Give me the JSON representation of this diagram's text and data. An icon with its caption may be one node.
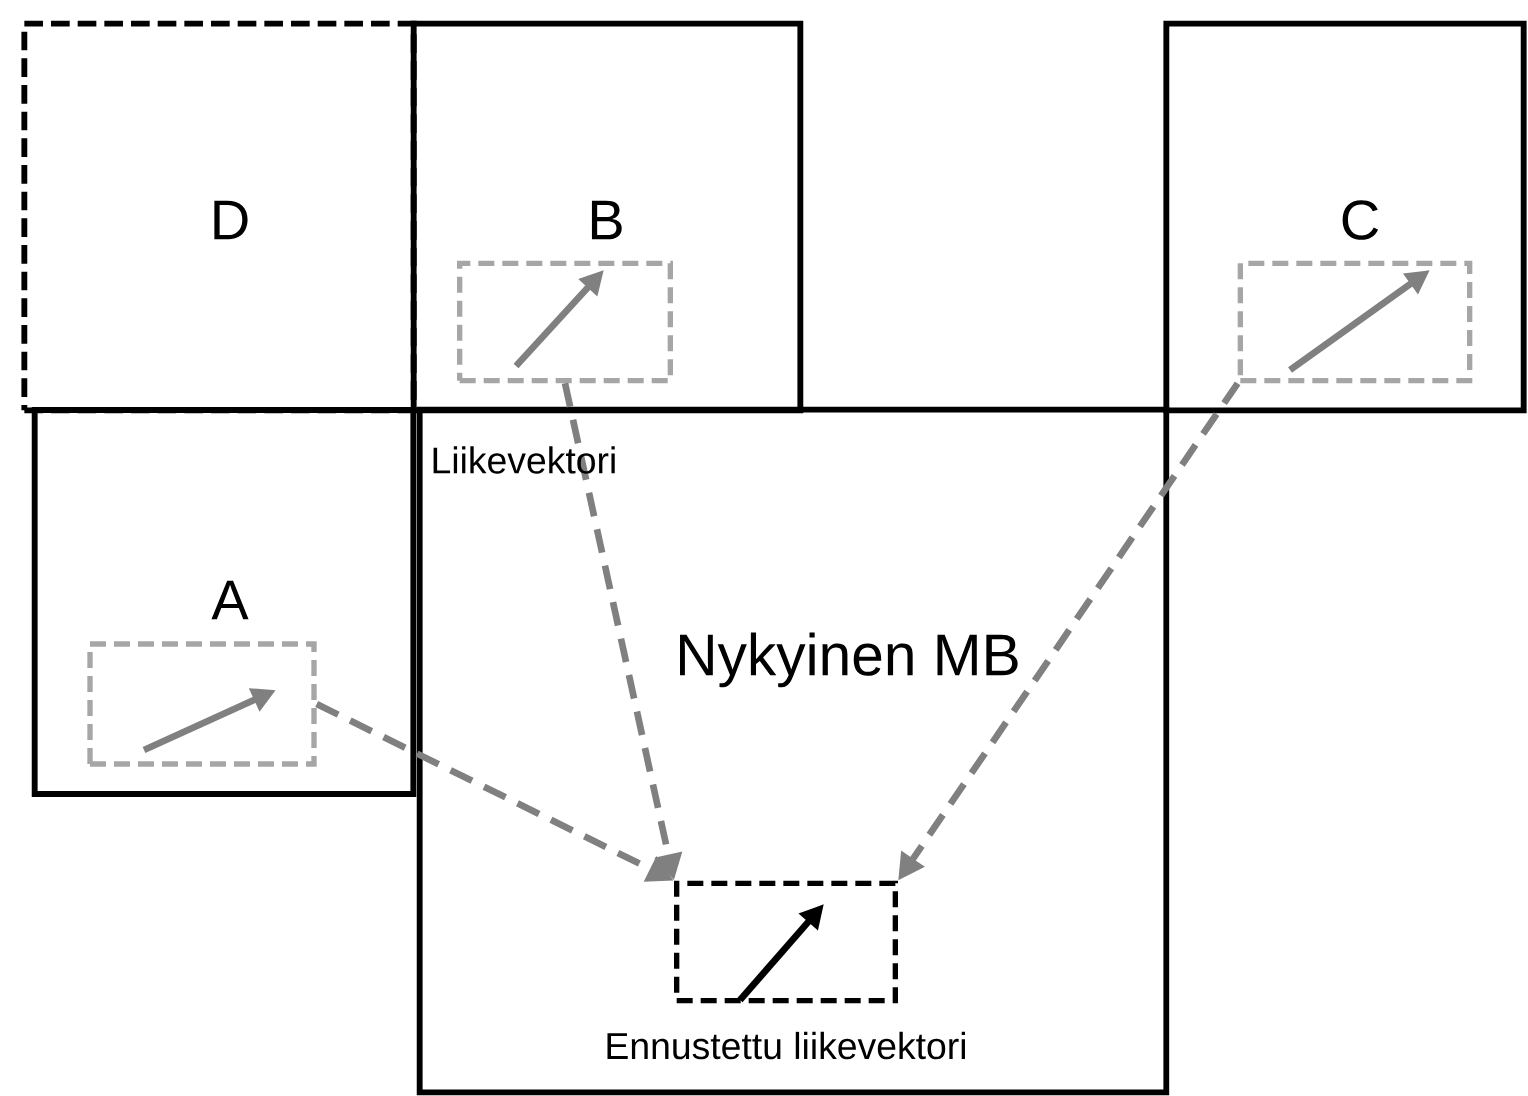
{
  "diagram": {
    "nodes": [
      {
        "text": [
          "D"
        ]
      },
      {
        "text": [
          "B"
        ]
      },
      {
        "text": [
          "C"
        ]
      },
      {
        "text": [
          "A"
        ]
      },
      {
        "text": [
          "Nykyinen MB"
        ]
      },
      {
        "text": [],
        "shape": "box",
        "in": 1
      },
      {
        "text": [],
        "shape": "box",
        "in": 2
      },
      {
        "text": [],
        "shape": "box",
        "in": 3
      },
      {
        "text": [],
        "shape": "box",
        "in": 4,
        "beside": [
          "Ennustettu liikevektori"
        ]
      }
    ],
    "edges": [
      {
        "from": 7,
        "to": 8,
        "arrow": "to",
        "style": "dashed"
      },
      {
        "from": 5,
        "to": 8,
        "arrow": "to",
        "style": "dashed"
      },
      {
        "from": 6,
        "to": 8,
        "arrow": "to",
        "style": "dashed"
      }
    ],
    "labels": [
      "Liikevektori"
    ]
  }
}
